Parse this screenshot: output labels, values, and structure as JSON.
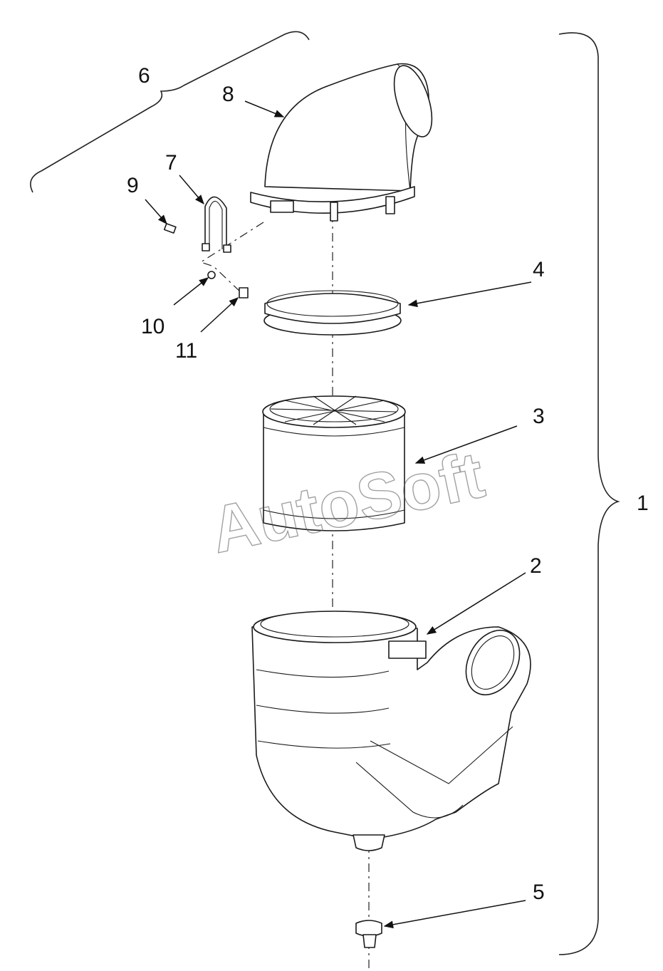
{
  "callouts": {
    "c1": "1",
    "c2": "2",
    "c3": "3",
    "c4": "4",
    "c5": "5",
    "c6": "6",
    "c7": "7",
    "c8": "8",
    "c9": "9",
    "c10": "10",
    "c11": "11"
  },
  "watermark": "AutoSoft",
  "colors": {
    "line": "#1a1a1a",
    "background": "#ffffff"
  }
}
